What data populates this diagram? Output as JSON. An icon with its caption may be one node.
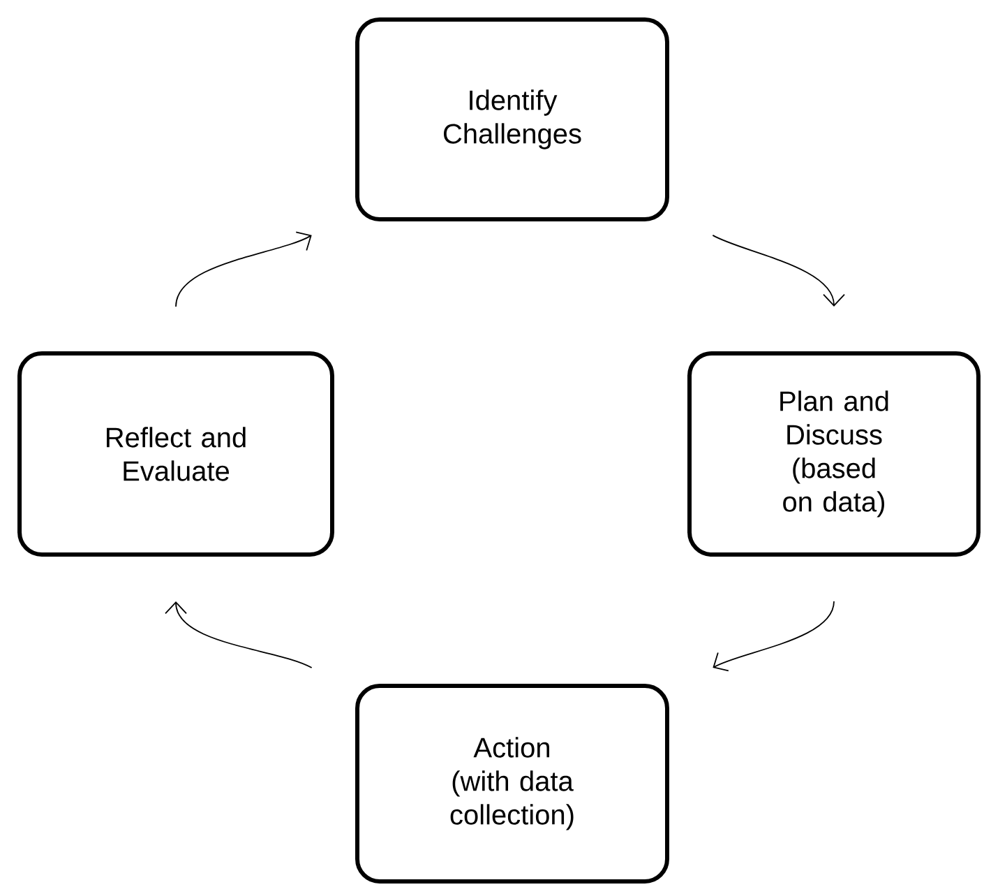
{
  "diagram": {
    "nodes": [
      {
        "text": [
          "Identify Challenges"
        ]
      },
      {
        "text": [
          "Plan and Discuss (based on data)"
        ]
      },
      {
        "text": [
          "Action (with data collection)"
        ]
      },
      {
        "text": [
          "Reflect and Evaluate"
        ]
      }
    ],
    "edges": [
      {
        "from": 0,
        "to": 1,
        "arrow": "to"
      },
      {
        "from": 1,
        "to": 2,
        "arrow": "to"
      },
      {
        "from": 2,
        "to": 3,
        "arrow": "to"
      },
      {
        "from": 3,
        "to": 0,
        "arrow": "to"
      }
    ]
  }
}
